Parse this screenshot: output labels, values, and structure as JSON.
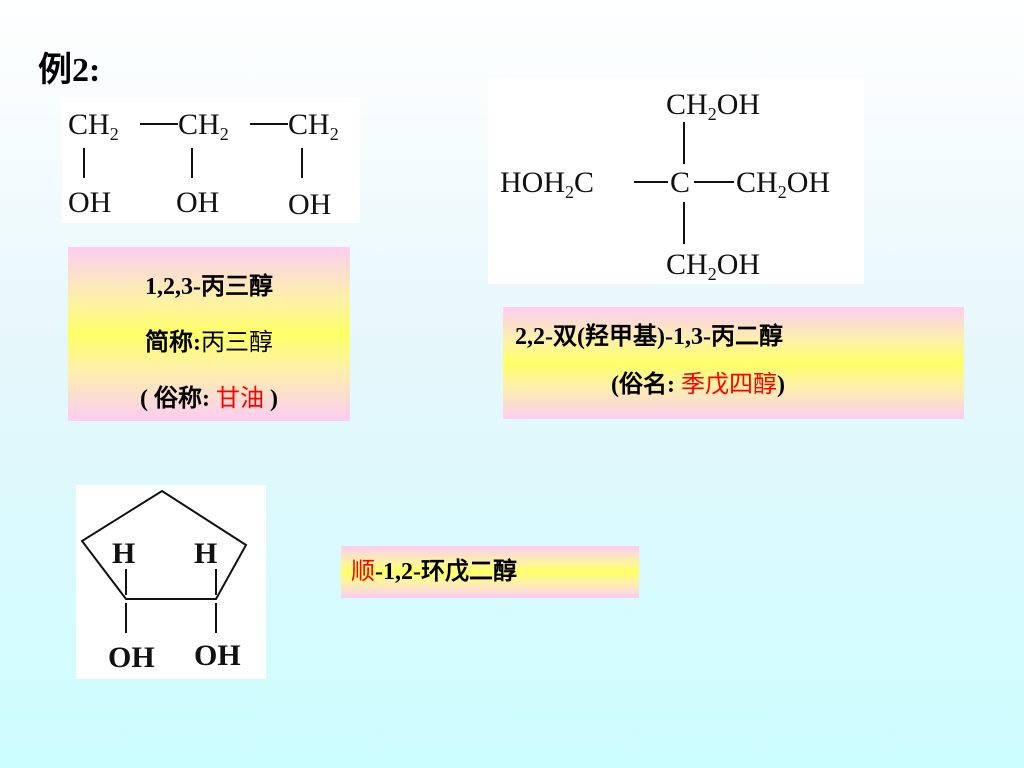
{
  "slide": {
    "title": "例2:"
  },
  "glycerol": {
    "formula": {
      "top": [
        "CH",
        "CH",
        "CH"
      ],
      "sub": "2",
      "bottom": [
        "OH",
        "OH",
        "OH"
      ]
    },
    "name_line": "1,2,3-丙三醇",
    "abbr_label": "简称:",
    "abbr_value": "丙三醇",
    "common_open": "( 俗称: ",
    "common_value": "甘油",
    "common_close": " )"
  },
  "pentaerythritol": {
    "formula": {
      "top": "CH",
      "top_tail": "OH",
      "left": "HOH",
      "left_tail": "C",
      "center": "C",
      "right": "CH",
      "right_tail": "OH",
      "bottom": "CH",
      "bottom_tail": "OH",
      "sub": "2"
    },
    "name_line": "2,2-双(羟甲基)-1,3-丙二醇",
    "common_open": "(俗名: ",
    "common_value": "季戊四醇",
    "common_close": ")"
  },
  "cyclopentanediol": {
    "formula": {
      "h_left": "H",
      "h_right": "H",
      "oh_left": "OH",
      "oh_right": "OH"
    },
    "prefix": "顺",
    "rest": "-1,2-环戊二醇"
  }
}
